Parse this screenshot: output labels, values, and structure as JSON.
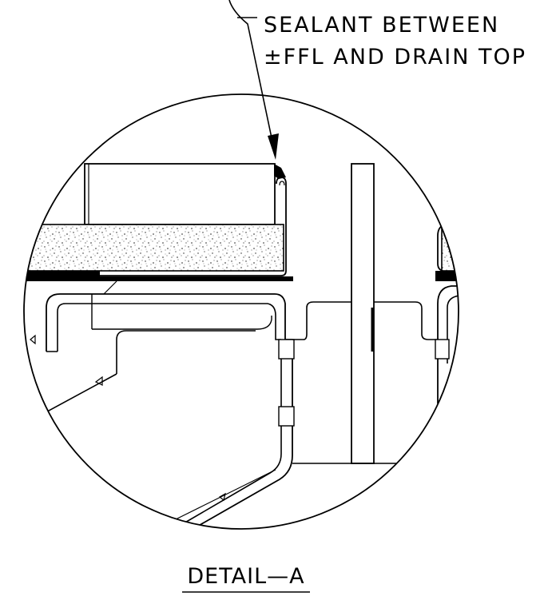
{
  "callout": {
    "line1": "SEALANT BETWEEN",
    "line2": "±FFL AND DRAIN TOP"
  },
  "detail_title": "DETAIL—A"
}
